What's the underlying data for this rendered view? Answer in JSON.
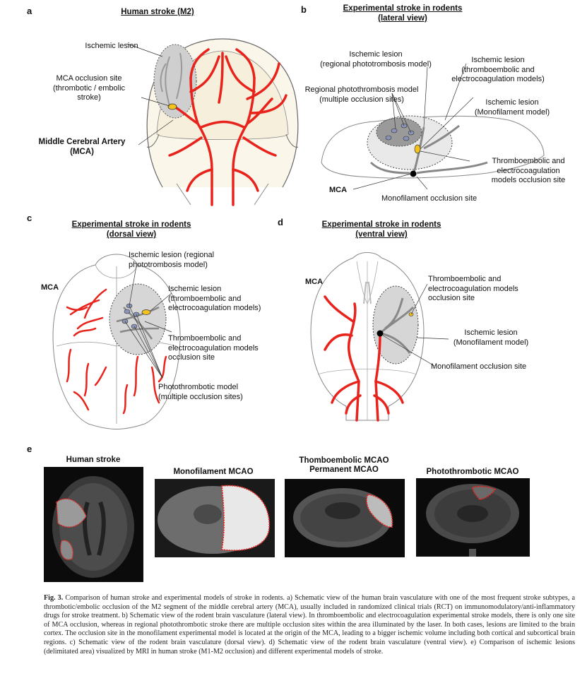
{
  "panel_a": {
    "label": "a",
    "title": "Human stroke (M2)",
    "ischemic_lesion": "Ischemic lesion",
    "occlusion_site": [
      "MCA occlusion site",
      "(thrombotic / embolic",
      "stroke)"
    ],
    "artery": [
      "Middle Cerebral Artery",
      "(MCA)"
    ]
  },
  "panel_b": {
    "label": "b",
    "title": [
      "Experimental stroke in rodents",
      "(lateral view)"
    ],
    "lesion_photo": [
      "Ischemic lesion",
      "(regional phototrombosis model)"
    ],
    "regional_model": [
      "Regional photothrombosis model",
      "(multiple occlusion sites)"
    ],
    "lesion_thrombo": [
      "Ischemic lesion",
      "(thromboembolic and",
      "electrocoagulation models)"
    ],
    "lesion_mono": [
      "Ischemic lesion",
      "(Monofilament model)"
    ],
    "thrombo_site": [
      "Thromboembolic and",
      "electrocoagulation",
      "models occlusion site"
    ],
    "mca": "MCA",
    "mono_site": "Monofilament occlusion site"
  },
  "panel_c": {
    "label": "c",
    "title": [
      "Experimental stroke in rodents",
      "(dorsal view)"
    ],
    "mca": "MCA",
    "lesion_photo": [
      "Ischemic lesion (regional",
      "phototrombosis model)"
    ],
    "lesion_thrombo": [
      "Ischemic lesion",
      "(thromboembolic and",
      "electrocoagulation models)"
    ],
    "thrombo_site": [
      "Thromboembolic and",
      "electrocoagulation models",
      "occlusion site"
    ],
    "photo_model": [
      "Photothrombotic model",
      "(multiple occlusion sites)"
    ]
  },
  "panel_d": {
    "label": "d",
    "title": [
      "Experimental stroke in rodents",
      "(ventral view)"
    ],
    "mca": "MCA",
    "thrombo_site": [
      "Thromboembolic and",
      "electrocoagulation models",
      "occlusion site"
    ],
    "lesion_mono": [
      "Ischemic lesion",
      "(Monofilament model)"
    ],
    "mono_site": "Monofilament occlusion site"
  },
  "panel_e": {
    "label": "e",
    "images": [
      {
        "title": [
          "Human stroke"
        ]
      },
      {
        "title": [
          "Monofilament MCAO"
        ]
      },
      {
        "title": [
          "Thomboembolic MCAO",
          "Permanent MCAO"
        ]
      },
      {
        "title": [
          "Photothrombotic MCAO"
        ]
      }
    ]
  },
  "caption": {
    "lead": "Fig. 3.",
    "text": " Comparison of human stroke and experimental models of stroke in rodents. a) Schematic view of the human brain vasculature with one of the most frequent stroke subtypes, a thrombotic/embolic occlusion of the M2 segment of the middle cerebral artery (MCA), usually included in randomized clinical trials (RCT) on immunomodulatory/anti-inflammatory drugs for stroke treatment. b) Schematic view of the rodent brain vasculature (lateral view). In thromboembolic and electrocoagulation experimental stroke models, there is only one site of MCA occlusion, whereas in regional photothrombotic stroke there are multiple occlusion sites within the area illuminated by the laser. In both cases, lesions are limited to the brain cortex. The occlusion site in the monofilament experimental model is located at the origin of the MCA, leading to a bigger ischemic volume including both cortical and subcortical brain regions. c) Schematic view of the rodent brain vasculature (dorsal view). d) Schematic view of the rodent brain vasculature (ventral view). e) Comparison of ischemic lesions (delimitated area) visualized by MRI in human stroke (M1-M2 occlusion) and different experimental models of stroke."
  },
  "colors": {
    "artery": "#e8231c",
    "lesion": "#bdbdbd",
    "clot": "#f4c21c",
    "outline": "#8c8c8c"
  }
}
